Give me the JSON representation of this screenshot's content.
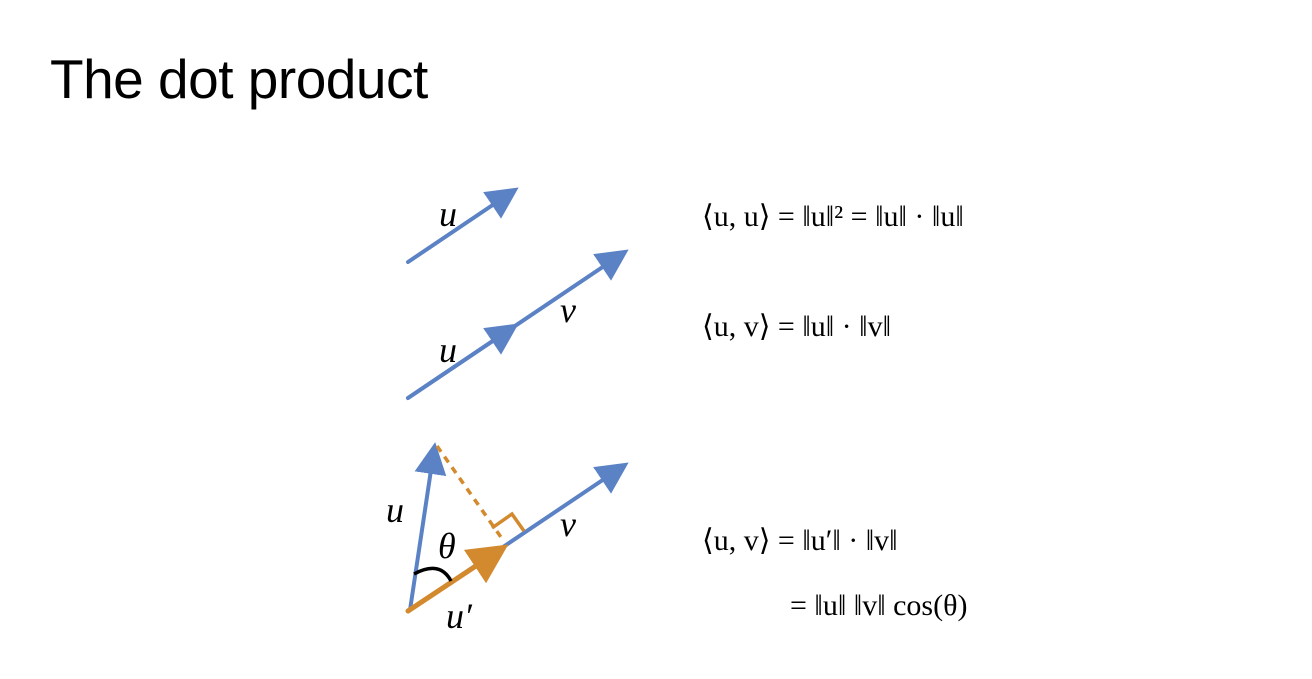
{
  "slide": {
    "title": "The dot product"
  },
  "colors": {
    "vector_blue": "#5b82c4",
    "projection_orange": "#d38a2e",
    "angle_arc": "#000000",
    "text": "#000000",
    "background": "#ffffff"
  },
  "diagrams": {
    "row1": {
      "label_u": "u",
      "equation": "⟨u, u⟩ = ‖u‖² = ‖u‖ · ‖u‖"
    },
    "row2": {
      "label_u": "u",
      "label_v": "v",
      "equation": "⟨u, v⟩ = ‖u‖ · ‖v‖"
    },
    "row3": {
      "label_u": "u",
      "label_v": "v",
      "label_theta": "θ",
      "label_u_prime": "u′",
      "equation_line1": "⟨u, v⟩ = ‖u′‖ · ‖v‖",
      "equation_line2": "= ‖u‖ ‖v‖ cos(θ)"
    }
  }
}
